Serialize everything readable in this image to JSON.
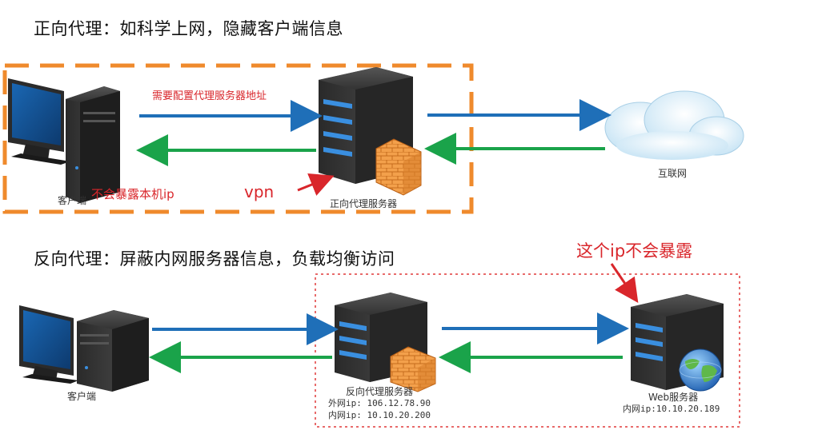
{
  "forward": {
    "heading": "正向代理：如科学上网，隐藏客户端信息",
    "client_label": "客户端",
    "client_note": "不会暴露本机ip",
    "proxy_label": "正向代理服务器",
    "config_note": "需要配置代理服务器地址",
    "vpn_label": "vpn",
    "internet_label": "互联网"
  },
  "reverse": {
    "heading": "反向代理：屏蔽内网服务器信息，负载均衡访问",
    "client_label": "客户端",
    "proxy_label": "反向代理服务器",
    "proxy_external_ip": "外网ip: 106.12.78.90",
    "proxy_internal_ip": "内网ip: 10.10.20.200",
    "web_label": "Web服务器",
    "web_internal_ip": "内网ip:10.10.20.189",
    "hidden_note": "这个ip不会暴露"
  },
  "colors": {
    "forward_box": "#ef8a2c",
    "reverse_box": "#e03a3a",
    "arrow_request": "#1f6fb8",
    "arrow_response": "#1aa34a",
    "note_red": "#d9262b"
  },
  "icons": [
    "desktop-computer-icon",
    "server-icon",
    "firewall-icon",
    "cloud-icon",
    "globe-icon"
  ]
}
